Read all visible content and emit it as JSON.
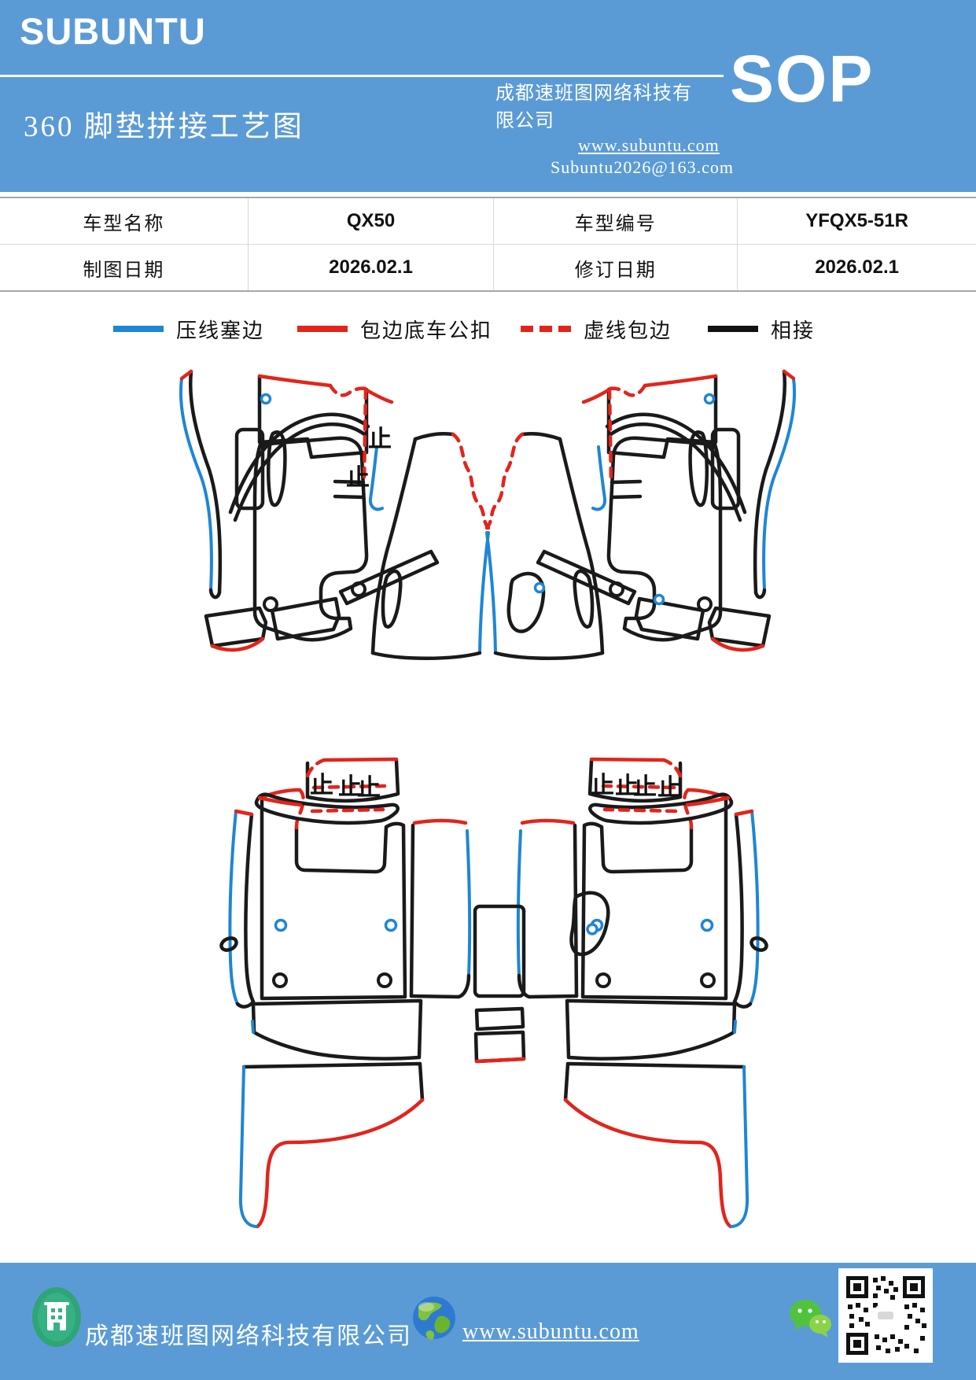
{
  "header": {
    "logo": "SUBUNTU",
    "title": "360 脚垫拼接工艺图",
    "company": "成都速班图网络科技有限公司",
    "sop": "SOP",
    "website": "www.subuntu.com",
    "email": "Subuntu2026@163.com",
    "background_color": "#5b9bd5"
  },
  "info_table": {
    "rows": [
      {
        "cells": [
          "车型名称",
          "QX50",
          "车型编号",
          "YFQX5-51R"
        ]
      },
      {
        "cells": [
          "制图日期",
          "2026.02.1",
          "修订日期",
          "2026.02.1"
        ]
      }
    ]
  },
  "legend": {
    "items": [
      {
        "label": "压线塞边",
        "style": "solid",
        "color": "#1e86d5"
      },
      {
        "label": "包边底车公扣",
        "style": "solid",
        "color": "#e3241b"
      },
      {
        "label": "虚线包边",
        "style": "dashed",
        "color": "#e3241b"
      },
      {
        "label": "相接",
        "style": "solid",
        "color": "#121212"
      }
    ]
  },
  "diagram": {
    "description": "360 car floor mat splicing pattern pieces, two mirrored groups",
    "stop_mark": "止",
    "line_colors": {
      "press_edge": "#1e86d5",
      "bind_buckle": "#e3241b",
      "dashed_bind": "#e3241b",
      "joint": "#1a1a1a"
    }
  },
  "footer": {
    "company": "成都速班图网络科技有限公司",
    "website": "www.subuntu.com",
    "background_color": "#5b9bd5",
    "icons": [
      "building-icon",
      "globe-icon",
      "wechat-icon",
      "qr-code"
    ]
  }
}
